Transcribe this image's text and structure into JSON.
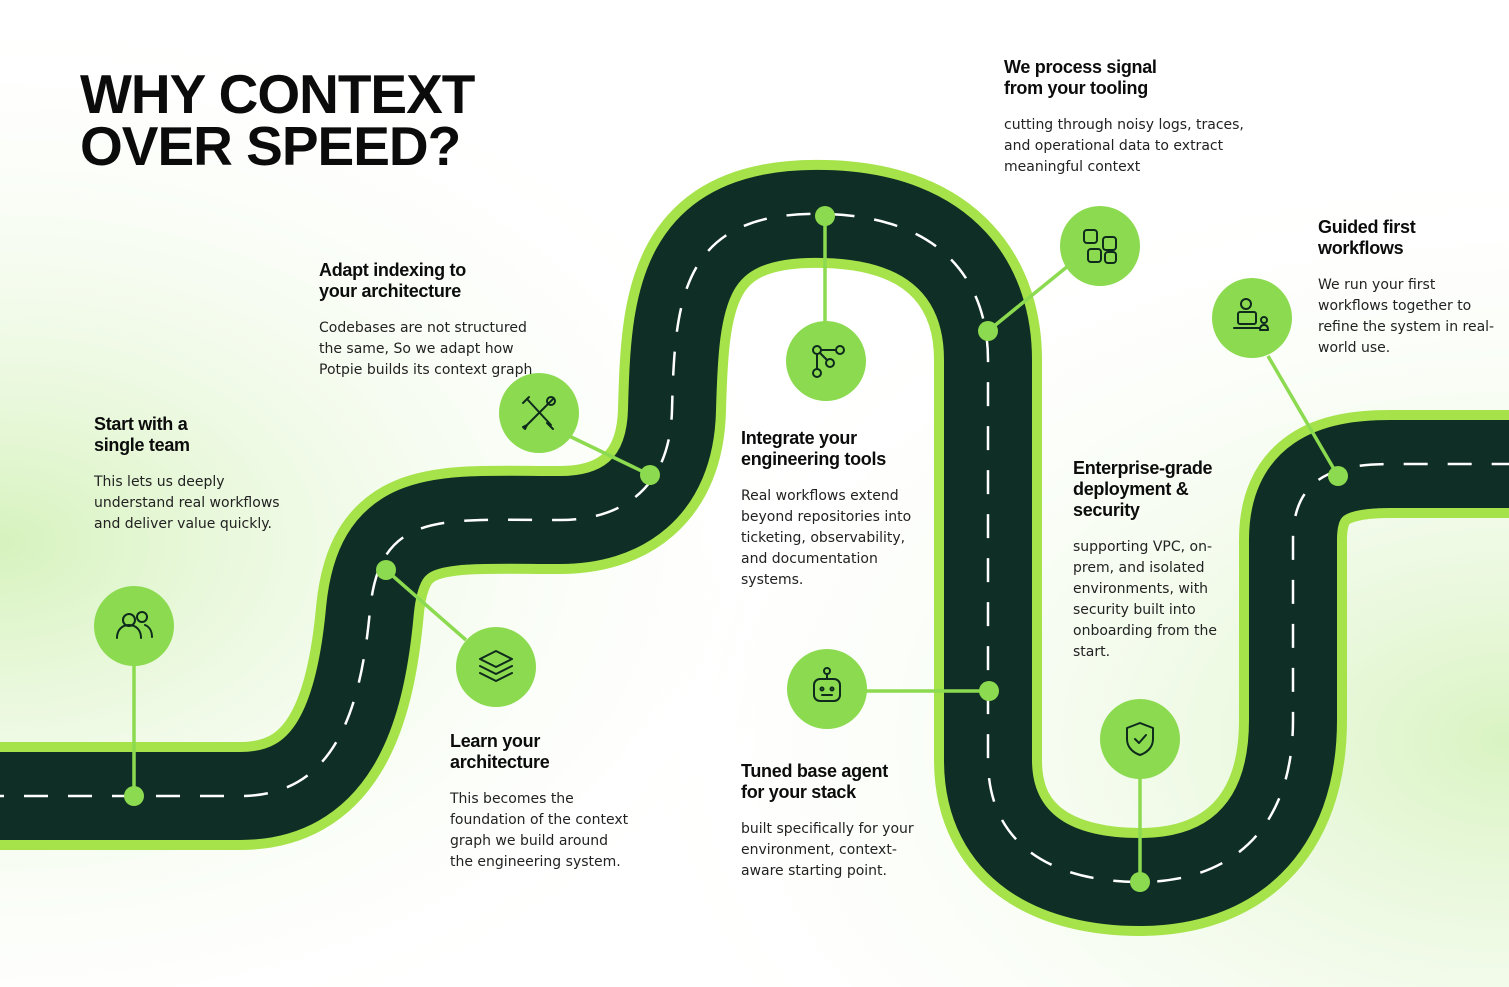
{
  "title": {
    "line1": "WHY CONTEXT",
    "line2": "OVER SPEED?"
  },
  "colors": {
    "road": "#0f2e25",
    "road_edge": "#a6e34b",
    "lane": "#ffffff",
    "accent": "#8cda4f",
    "text": "#111111",
    "icon_ink": "#0d2a1d"
  },
  "steps": [
    {
      "icon": "users-icon",
      "title_line1": "Start with a",
      "title_line2": "single team",
      "text": "This lets us deeply understand real workflows and deliver value quickly."
    },
    {
      "icon": "layers-icon",
      "title_line1": "Learn your",
      "title_line2": "architecture",
      "text": "This becomes the foundation of the context graph we build around the engineering system."
    },
    {
      "icon": "tools-icon",
      "title_line1": "Adapt indexing to",
      "title_line2": "your architecture",
      "text": "Codebases are not structured the same, So we adapt how Potpie builds its context graph"
    },
    {
      "icon": "share-nodes-icon",
      "title_line1": "Integrate your",
      "title_line2": "engineering tools",
      "text": "Real workflows extend beyond repositories into ticketing, observability, and documentation systems."
    },
    {
      "icon": "robot-icon",
      "title_line1": "Tuned base agent",
      "title_line2": "for your stack",
      "text": "built specifically for your environment, context-aware starting point."
    },
    {
      "icon": "blocks-icon",
      "title_line1": "We process signal",
      "title_line2": "from your tooling",
      "text": "cutting through noisy logs, traces, and operational data to extract meaningful context"
    },
    {
      "icon": "shield-check-icon",
      "title_line1": "Enterprise-grade",
      "title_line2": "deployment &",
      "title_line3": "security",
      "text": "supporting VPC, on-prem, and isolated environments, with security built into onboarding from the start."
    },
    {
      "icon": "user-laptop-icon",
      "title_line1": "Guided first",
      "title_line2": "workflows",
      "text": "We run your first workflows together to refine the system in real-world use."
    }
  ]
}
